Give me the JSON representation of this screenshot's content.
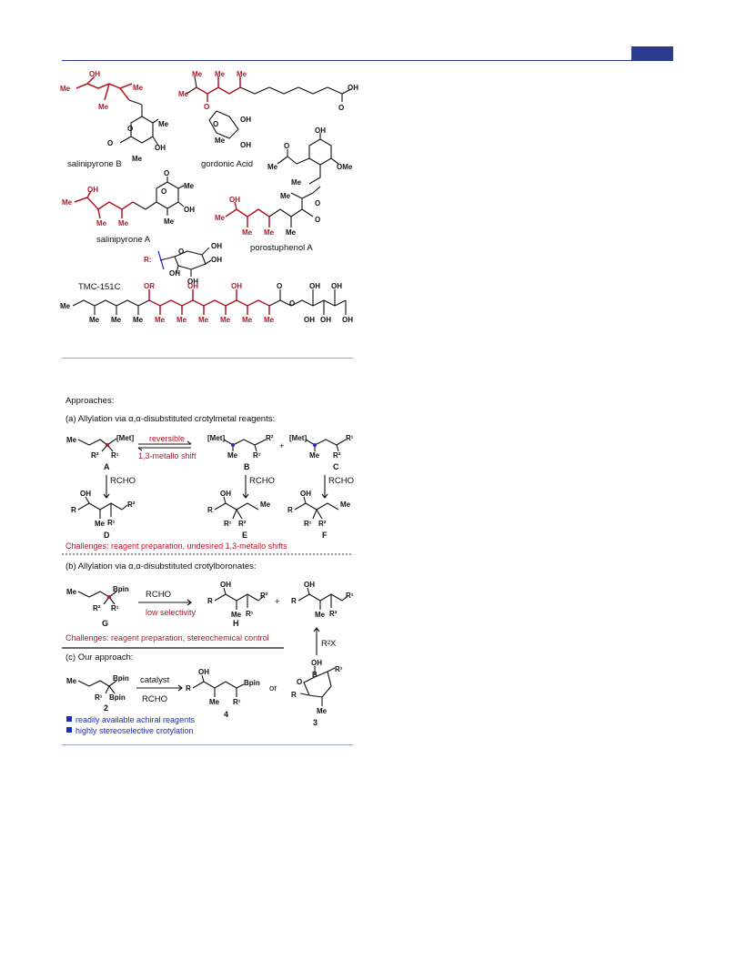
{
  "molecules": {
    "salinipyrone_b": "salinipyrone B",
    "gordonic_acid": "gordonic Acid",
    "salinipyrone_a": "salinipyrone A",
    "porostuphenol_a": "porostuphenol A",
    "tmc": "TMC-151C",
    "r_label": "R:"
  },
  "atoms": {
    "me": "Me",
    "oh": "OH",
    "o": "O",
    "ome": "OMe",
    "or": "OR",
    "met": "[Met]",
    "bpin": "Bpin",
    "r": "R",
    "b": "B",
    "r1": "R¹",
    "r2": "R²",
    "r2x": "R²X"
  },
  "scheme": {
    "approaches": "Approaches:",
    "section_a": "(a) Allylation via α,α-disubstituted crotylmetal reagents:",
    "section_b": "(b) Allylation via α,α-disubstituted crotylboronates:",
    "section_c": "(c) Our approach:",
    "reversible": "reversible",
    "shift": "1,3-metallo shift",
    "rcho": "RCHO",
    "low_selectivity": "low selectivity",
    "catalyst": "catalyst",
    "plus": "+",
    "or": "or",
    "challenges_a": "Challenges: reagent preparation, undesired 1,3-metallo shifts",
    "challenges_b": "Challenges: reagent preparation, stereochemical control",
    "bullet1": "readily available achiral reagents",
    "bullet2": "highly stereoselective crotylation",
    "cmpd": {
      "A": "A",
      "B": "B",
      "C": "C",
      "D": "D",
      "E": "E",
      "F": "F",
      "G": "G",
      "H": "H",
      "n2": "2",
      "n3": "3",
      "n4": "4"
    }
  },
  "colors": {
    "accent": "#2b3a8c",
    "red": "#b3172a",
    "blue": "#1d2bcf"
  }
}
